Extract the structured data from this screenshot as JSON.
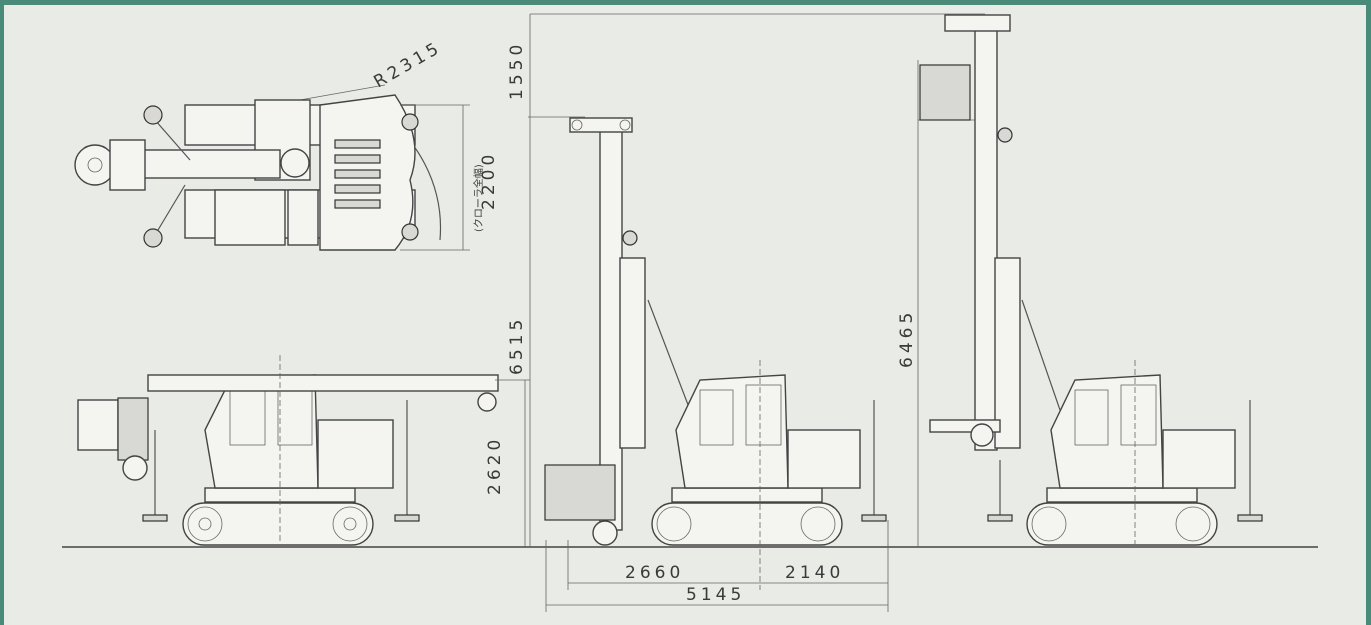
{
  "dimensions": {
    "radius": "R2315",
    "crawler_width": "2200",
    "crawler_width_note": "(クローラ全幅)",
    "upper_extension": "1550",
    "mast_height_center": "6515",
    "mast_height_right": "6465",
    "transport_height": "2620",
    "front_length": "2660",
    "rear_length": "2140",
    "total_length": "5145"
  },
  "colors": {
    "frame_border": "#4a8a78",
    "background": "#e9ebe6",
    "line": "#555555"
  }
}
